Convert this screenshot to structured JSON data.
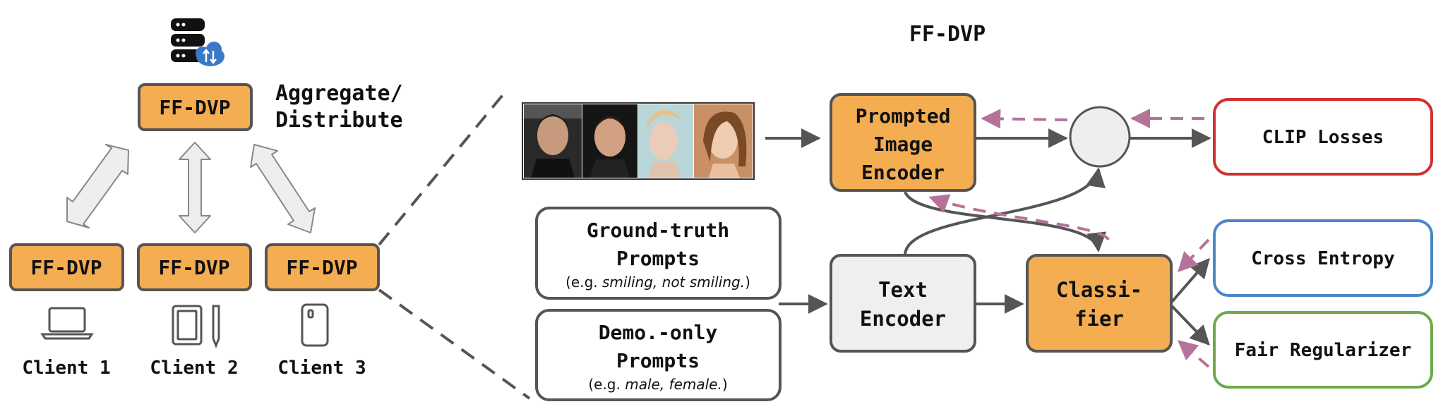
{
  "title": "FF-DVP",
  "left": {
    "server_label": "FF-DVP",
    "aggregate_label_line1": "Aggregate/",
    "aggregate_label_line2": "Distribute",
    "clients": [
      {
        "box_label": "FF-DVP",
        "name": "Client 1",
        "device": "laptop-icon"
      },
      {
        "box_label": "FF-DVP",
        "name": "Client 2",
        "device": "tablet-icon"
      },
      {
        "box_label": "FF-DVP",
        "name": "Client 3",
        "device": "phone-icon"
      }
    ]
  },
  "prompts": {
    "ground_truth": {
      "line1": "Ground-truth",
      "line2": "Prompts",
      "example_prefix": "(e.g. ",
      "example_italic": "smiling, not smiling.",
      "example_suffix": ")"
    },
    "demo_only": {
      "line1": "Demo.-only",
      "line2": "Prompts",
      "example_prefix": "(e.g. ",
      "example_italic": "male, female.",
      "example_suffix": ")"
    }
  },
  "encoders": {
    "image": {
      "line1": "Prompted",
      "line2": "Image",
      "line3": "Encoder"
    },
    "text": {
      "line1": "Text",
      "line2": "Encoder"
    }
  },
  "classifier": {
    "line1": "Classi-",
    "line2": "fier"
  },
  "losses": {
    "clip": "CLIP Losses",
    "cross_entropy": "Cross Entropy",
    "fair": "Fair Regularizer"
  },
  "colors": {
    "orange": "#F5AD52",
    "grey_box": "#EFEFEF",
    "dark_border": "#555555",
    "red_border": "#D0302F",
    "blue_border": "#4A86C8",
    "green_border": "#6AAA4A",
    "feedback_arrow": "#B5739A",
    "main_arrow": "#555555"
  },
  "icons": {
    "server": "database-cloud-icon",
    "faces": "face-photos-icon"
  }
}
